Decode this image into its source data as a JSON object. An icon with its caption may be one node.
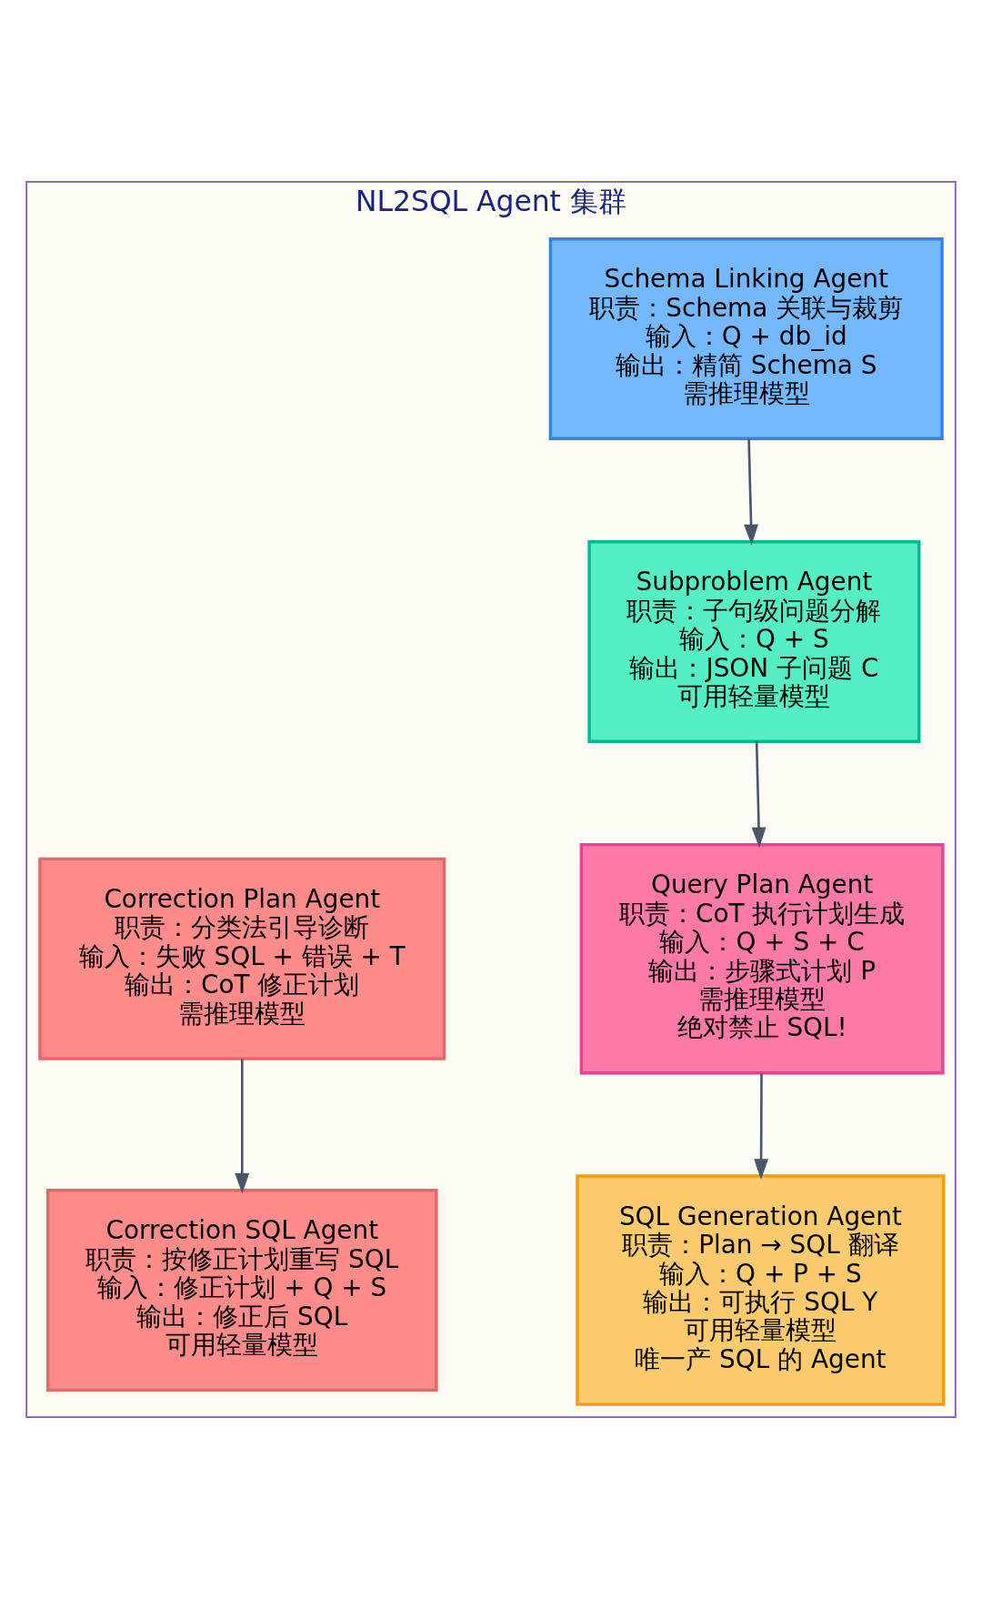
{
  "diagram": {
    "nodes": [
      {
        "text": [
          "NL2SQL Agent 集群"
        ]
      },
      {
        "text": [
          "Schema Linking Agent",
          "职责：Schema 关联与裁剪",
          "输入：Q + db_id",
          "输出：精简 Schema S",
          "需推理模型"
        ],
        "in": 0
      },
      {
        "text": [
          "Subproblem Agent",
          "职责：子句级问题分解",
          "输入：Q + S",
          "输出：JSON 子问题 C",
          "可用轻量模型"
        ],
        "in": 0
      },
      {
        "text": [
          "Query Plan Agent",
          "职责：CoT 执行计划生成",
          "输入：Q + S + C",
          "输出：步骤式计划 P",
          "需推理模型",
          "绝对禁止 SQL!"
        ],
        "in": 0
      },
      {
        "text": [
          "SQL Generation Agent",
          "职责：Plan → SQL 翻译",
          "输入：Q + P + S",
          "输出：可执行 SQL Y",
          "可用轻量模型",
          "唯一产 SQL 的 Agent"
        ],
        "in": 0
      },
      {
        "text": [
          "Correction Plan Agent",
          "职责：分类法引导诊断",
          "输入：失败 SQL + 错误 + T",
          "输出：CoT 修正计划",
          "需推理模型"
        ],
        "in": 0
      },
      {
        "text": [
          "Correction SQL Agent",
          "职责：按修正计划重写 SQL",
          "输入：修正计划 + Q + S",
          "输出：修正后 SQL",
          "可用轻量模型"
        ],
        "in": 0
      }
    ],
    "edges": [
      {
        "from": 1,
        "to": 2,
        "arrow": "to"
      },
      {
        "from": 2,
        "to": 3,
        "arrow": "to"
      },
      {
        "from": 3,
        "to": 4,
        "arrow": "to"
      },
      {
        "from": 5,
        "to": 6,
        "arrow": "to"
      }
    ]
  }
}
